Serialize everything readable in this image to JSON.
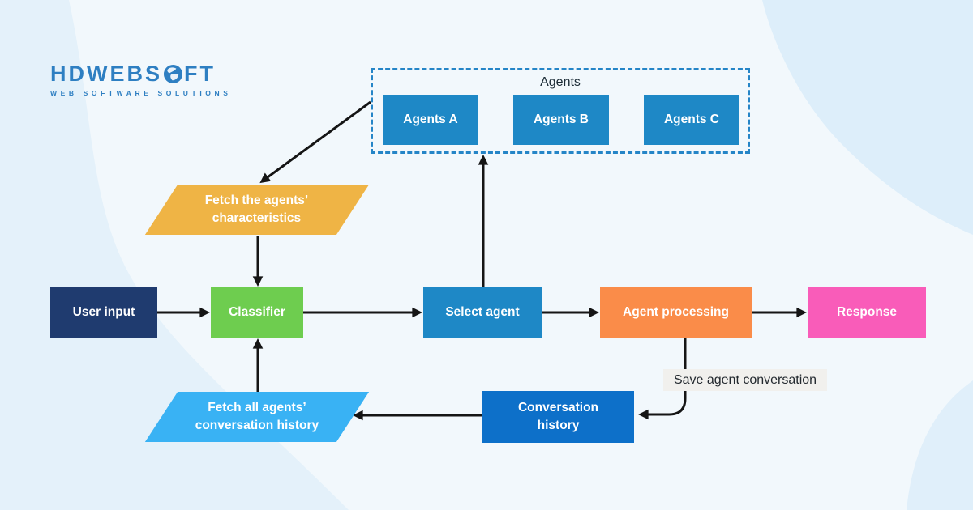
{
  "logo": {
    "text_before": "HDWEBS",
    "text_after": "FT",
    "tagline": "WEB SOFTWARE SOLUTIONS"
  },
  "agents_group": {
    "title": "Agents",
    "agents": [
      {
        "label": "Agents A"
      },
      {
        "label": "Agents B"
      },
      {
        "label": "Agents C"
      }
    ]
  },
  "nodes": {
    "user_input": {
      "label": "User input"
    },
    "classifier": {
      "label": "Classifier"
    },
    "select_agent": {
      "label": "Select agent"
    },
    "agent_processing": {
      "label": "Agent processing"
    },
    "response": {
      "label": "Response"
    },
    "conversation_history": {
      "line1": "Conversation",
      "line2": "history"
    },
    "fetch_characteristics": {
      "line1": "Fetch the agents’",
      "line2": "characteristics"
    },
    "fetch_all_history": {
      "line1": "Fetch all agents’",
      "line2": "conversation history"
    }
  },
  "labels": {
    "save_conversation": "Save agent conversation"
  },
  "colors": {
    "background": "#f2f8fc",
    "blob_light_blue": "#e4f1fa",
    "blob_top_right": "#ddeefa",
    "agents_box_blue": "#1e88c6",
    "dashed_border_blue": "#2585c7",
    "user_input_navy": "#1f3b6f",
    "classifier_green": "#6ecd4f",
    "select_agent_blue": "#1e88c6",
    "agent_processing_orange": "#fa8c49",
    "response_pink": "#f95cb9",
    "conversation_history_blue": "#0d70c9",
    "fetch_characteristics_yellow": "#efb445",
    "fetch_history_light_blue": "#39b2f4",
    "save_label_bg": "#f1f0ed",
    "arrow_black": "#151515",
    "logo_blue": "#2e7fc2"
  }
}
